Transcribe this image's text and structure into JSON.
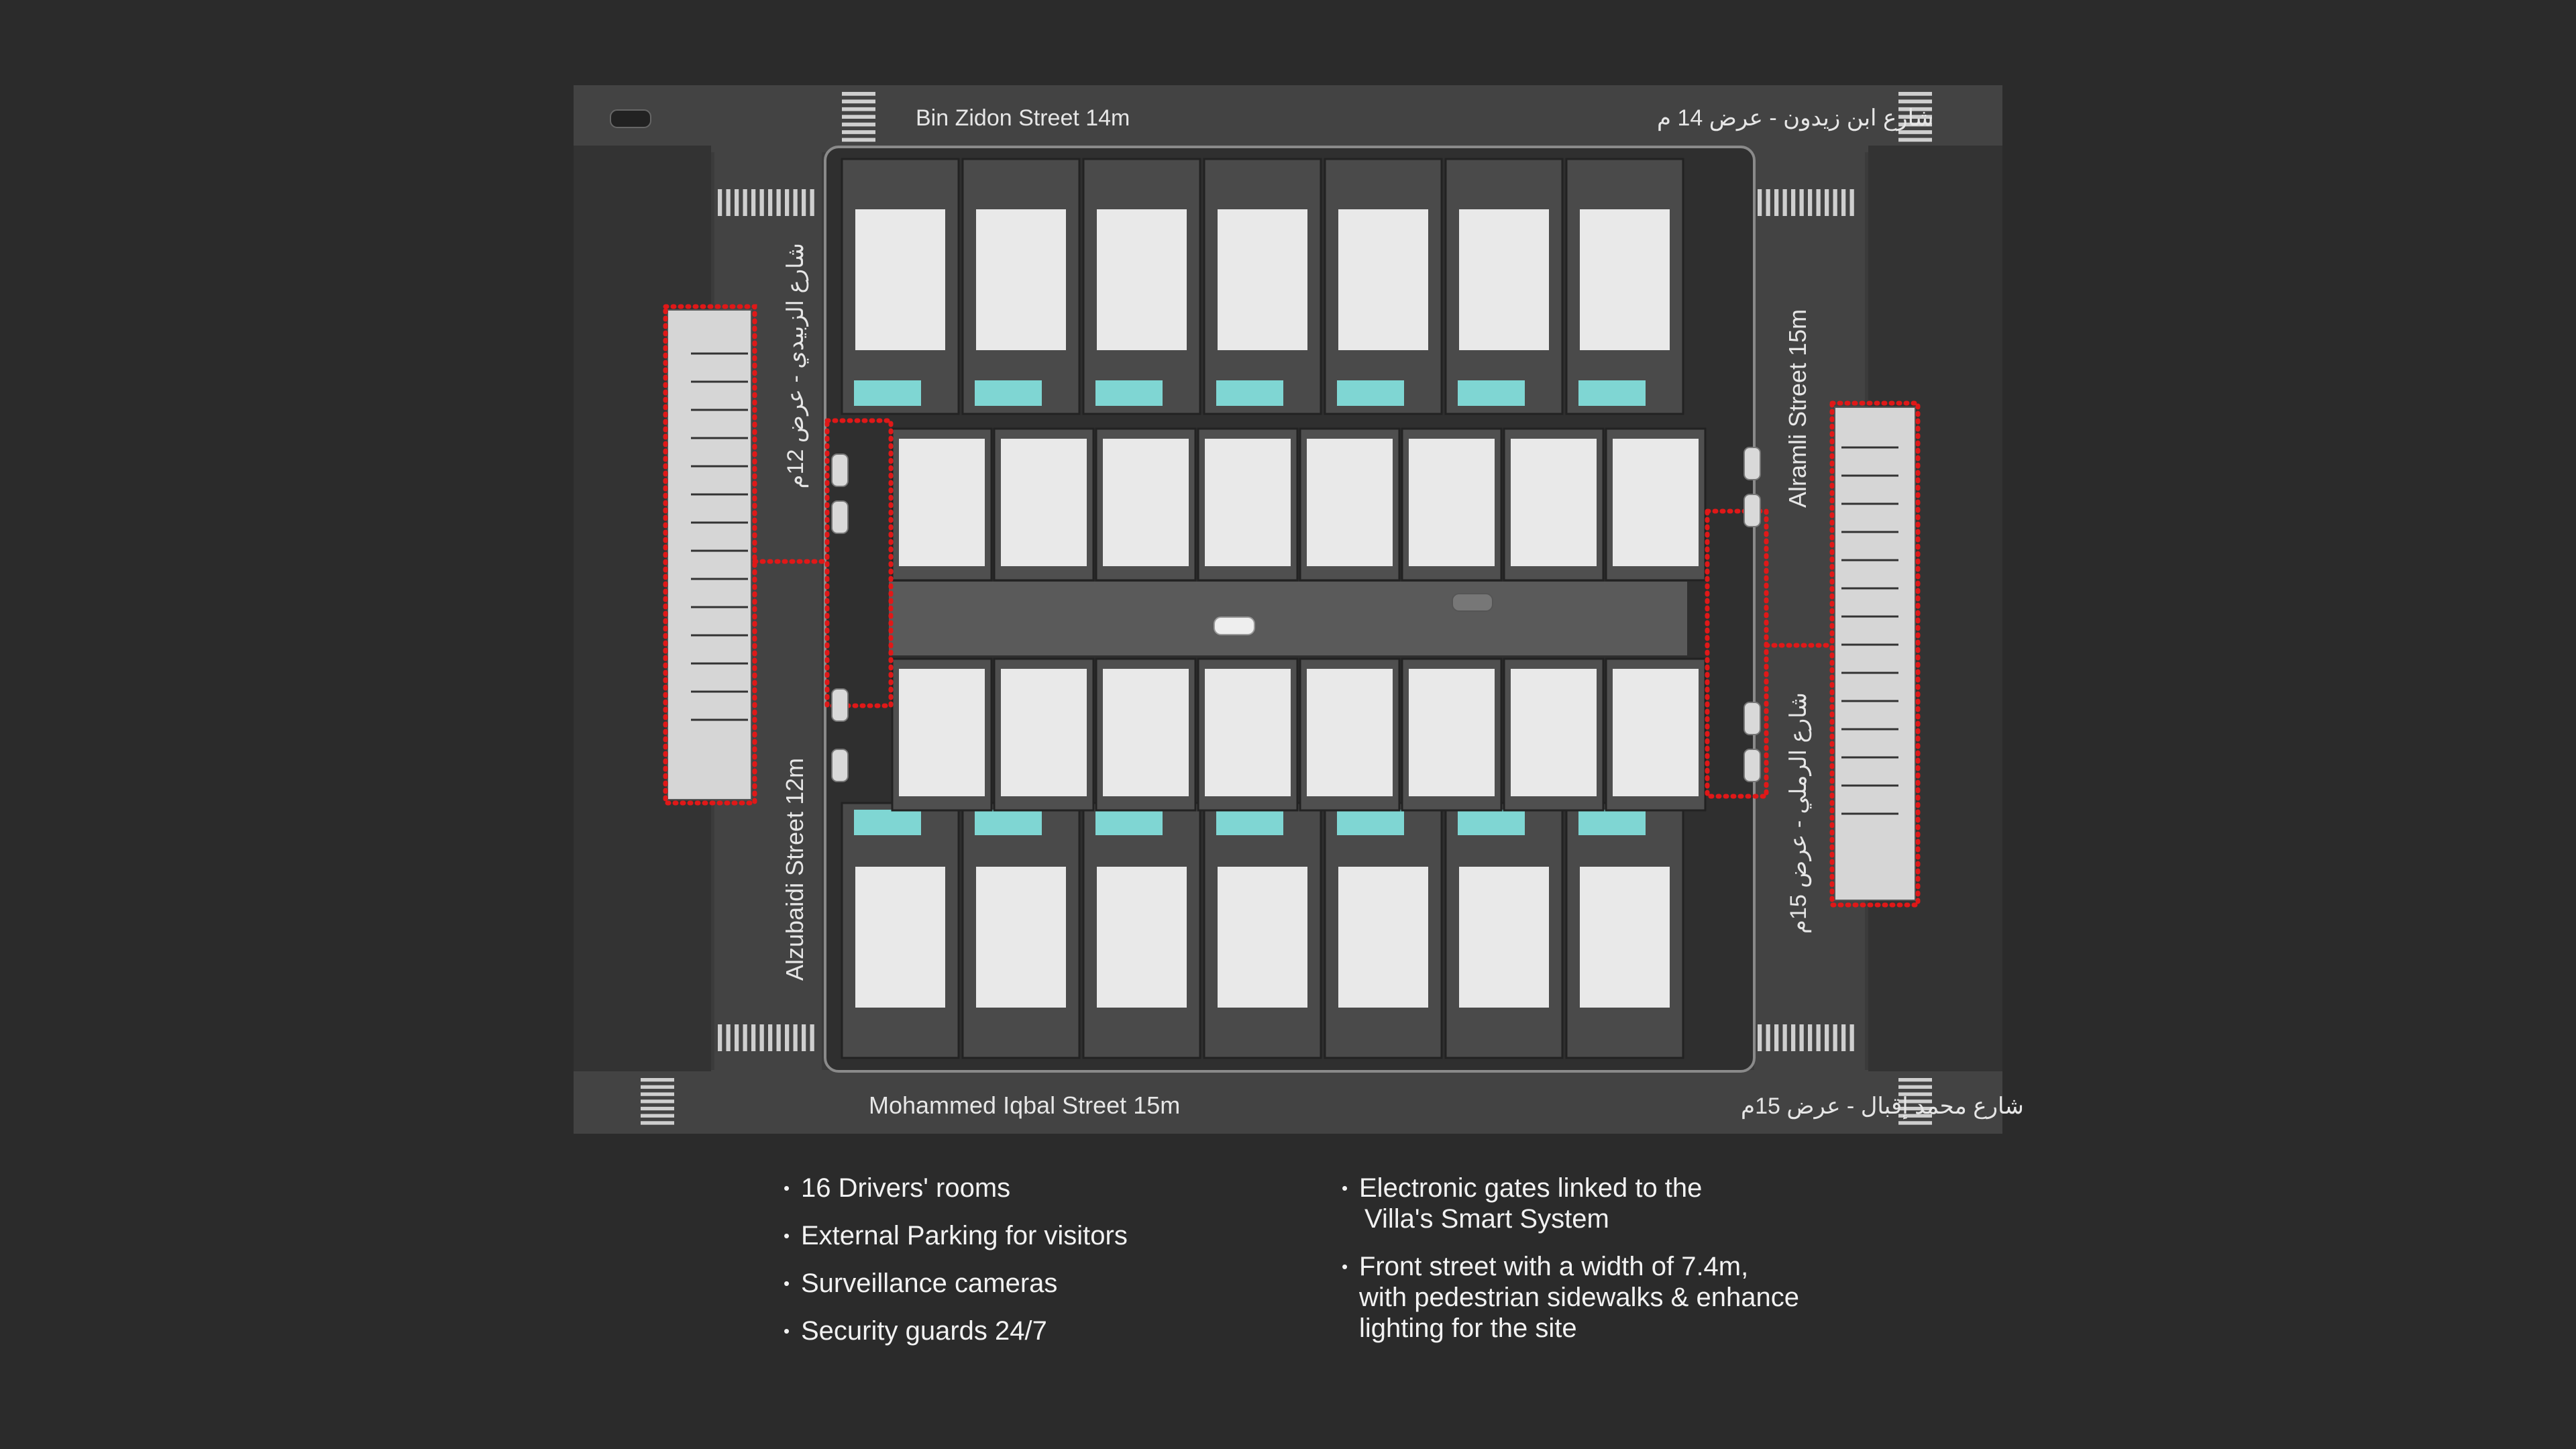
{
  "streets": {
    "north_en": "Bin Zidon Street 14m",
    "north_ar": "شارع ابن زيدون - عرض 14 م",
    "south_en": "Mohammed Iqbal Street 15m",
    "south_ar": "شارع محمد إقبال - عرض 15م",
    "west_en": "Alzubaidi Street 12m",
    "west_ar": "شارع الزبيدي - عرض 12م",
    "east_en": "Alramli Street 15m",
    "east_ar": "شارع الرملي - عرض 15م"
  },
  "features_left": [
    "16 Drivers' rooms",
    "External Parking for visitors",
    "Surveillance cameras",
    "Security guards 24/7"
  ],
  "features_right": [
    {
      "lines": [
        "Electronic gates linked to the",
        "Villa's Smart System"
      ]
    },
    {
      "lines": [
        "Front street with a width of 7.4m,",
        "with pedestrian sidewalks & enhance",
        "lighting for the site"
      ]
    }
  ],
  "colors": {
    "background": "#2b2b2b",
    "road": "#3a3a3a",
    "villa_roof": "#e9e9e9",
    "pool": "#7fd6d3",
    "highlight_dots": "#e01818",
    "text": "#f2f2f2"
  }
}
